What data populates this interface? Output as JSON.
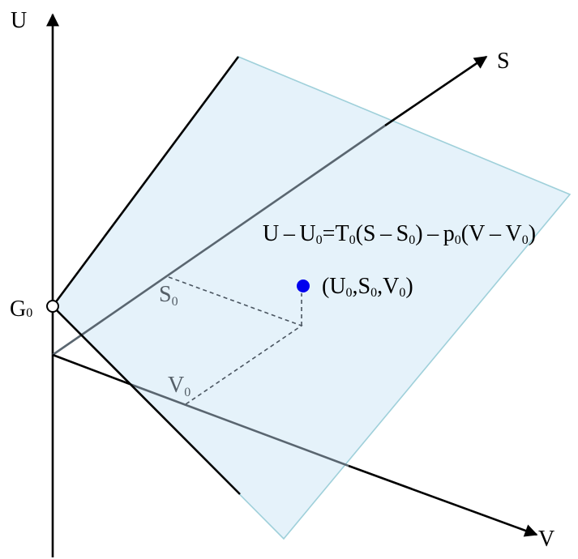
{
  "axes": {
    "u": "U",
    "s": "S",
    "v": "V"
  },
  "g0": {
    "main": "G",
    "sub": "0"
  },
  "s0": {
    "main": "S",
    "sub": "0"
  },
  "v0": {
    "main": "V",
    "sub": "0"
  },
  "equation": {
    "t1": "U – U",
    "s1": "0",
    "t2": "=T",
    "s2": "0",
    "t3": "(S – S",
    "s3": "0",
    "t4": ") – p",
    "s4": "0",
    "t5": "(V – V",
    "s5": "0",
    "t6": ")"
  },
  "point": {
    "t1": "(U",
    "s1": "0",
    "t2": ",S",
    "s2": "0",
    "t3": ",V",
    "s3": "0",
    "t4": ")"
  },
  "colors": {
    "plane_fill": "#e2f1fa",
    "plane_edge": "#9fd0da",
    "point": "#0000ee",
    "projection_label": "#555f68"
  }
}
